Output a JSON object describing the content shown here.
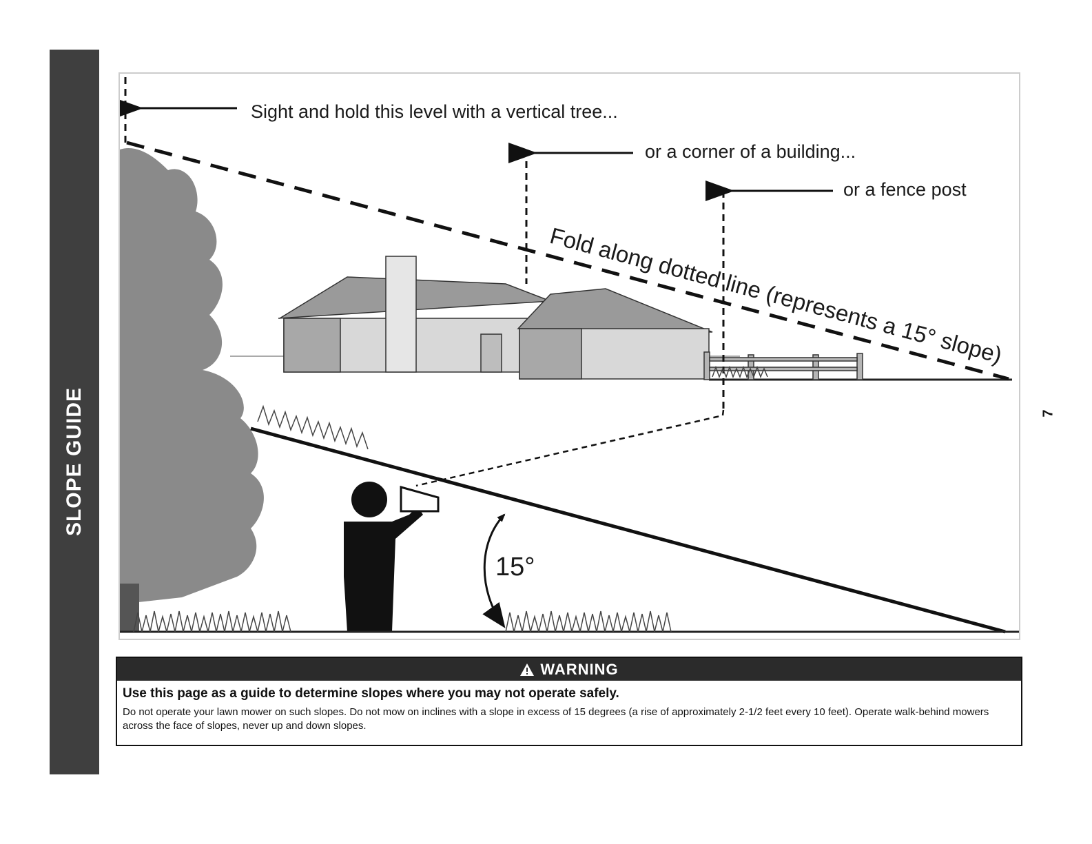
{
  "side_tab": {
    "label": "SLOPE GUIDE"
  },
  "page_number": "7",
  "figure": {
    "callout_tree": "Sight and hold this level with a vertical tree...",
    "callout_building": "or a corner of a building...",
    "callout_fence": "or a fence post",
    "fold_label": "Fold along dotted line (represents a 15° slope)",
    "angle_label": "15°"
  },
  "warning": {
    "header": "WARNING",
    "title": "Use this page as a guide to determine slopes where you may not operate safely.",
    "body": "Do not operate your lawn mower on such slopes. Do not mow on inclines with a slope in excess of 15 degrees (a rise of approximately 2-1/2 feet every 10 feet). Operate walk-behind mowers across the face of slopes, never up and down slopes."
  },
  "colors": {
    "tab": "#3f3f3f",
    "tree": "#8a8a8a",
    "house_wall": "#d8d8d8",
    "roof": "#9a9a9a",
    "text": "#1a1a1a"
  },
  "icons": [
    "warning-triangle-icon",
    "arrow-left-icon"
  ]
}
